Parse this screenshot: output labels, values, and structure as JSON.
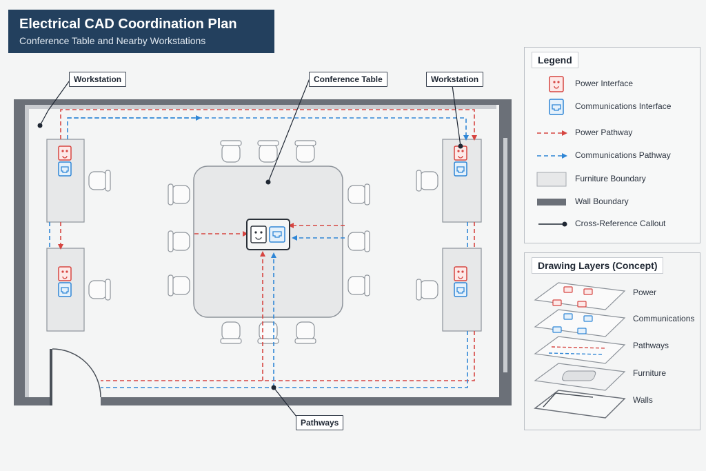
{
  "header": {
    "title": "Electrical CAD Coordination Plan",
    "subtitle": "Conference Table and Nearby Workstations"
  },
  "callouts": {
    "workstation_left": "Workstation",
    "conference_table": "Conference Table",
    "workstation_right": "Workstation",
    "pathways": "Pathways"
  },
  "legend": {
    "title": "Legend",
    "items": [
      {
        "icon": "power-outlet-icon",
        "label": "Power Interface"
      },
      {
        "icon": "data-port-icon",
        "label": "Communications Interface"
      },
      {
        "icon": "red-dashed-arrow-icon",
        "label": "Power Pathway"
      },
      {
        "icon": "blue-dashed-arrow-icon",
        "label": "Communications Pathway"
      },
      {
        "icon": "furniture-swatch-icon",
        "label": "Furniture Boundary"
      },
      {
        "icon": "wall-swatch-icon",
        "label": "Wall Boundary"
      },
      {
        "icon": "callout-leader-icon",
        "label": "Cross-Reference Callout"
      }
    ]
  },
  "layers": {
    "title": "Drawing Layers (Concept)",
    "items": [
      {
        "icon": "power-layer-icon",
        "label": "Power"
      },
      {
        "icon": "communications-layer-icon",
        "label": "Communications"
      },
      {
        "icon": "pathways-layer-icon",
        "label": "Pathways"
      },
      {
        "icon": "furniture-layer-icon",
        "label": "Furniture"
      },
      {
        "icon": "walls-layer-icon",
        "label": "Walls"
      }
    ]
  },
  "colors": {
    "power": "#d64541",
    "communications": "#2f86d6",
    "wall": "#6b7078",
    "furniture": "#e7e8e9",
    "title_bg": "#23405e"
  }
}
